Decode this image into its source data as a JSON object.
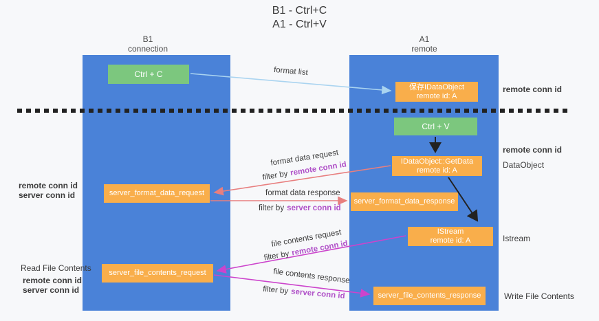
{
  "title": {
    "line1": "B1 - Ctrl+C",
    "line2": "A1 - Ctrl+V"
  },
  "lifelines": {
    "left": {
      "name": "B1",
      "role": "connection"
    },
    "right": {
      "name": "A1",
      "role": "remote"
    }
  },
  "nodes": {
    "ctrl_c": {
      "label": "Ctrl + C"
    },
    "ctrl_v": {
      "label": "Ctrl + V"
    },
    "save_dataobject": {
      "line1": "保存IDataObject",
      "line2": "remote id: A"
    },
    "getdata": {
      "line1": "IDataObject::GetData",
      "line2": "remote id: A"
    },
    "istream": {
      "line1": "IStream",
      "line2": "remote id: A"
    },
    "server_format_data_request": {
      "label": "server_format_data_request"
    },
    "server_format_data_response": {
      "label": "server_format_data_response"
    },
    "server_file_contents_request": {
      "label": "server_file_contents_request"
    },
    "server_file_contents_response": {
      "label": "server_file_contents_response"
    }
  },
  "arrows": {
    "format_list": {
      "label": "format list"
    },
    "format_data_request": {
      "label": "format data request",
      "filter_prefix": "filter by",
      "filter_key": "remote conn id"
    },
    "format_data_response": {
      "label": "format data response",
      "filter_prefix": "filter by",
      "filter_key": "server conn id"
    },
    "file_contents_request": {
      "label": "file contents request",
      "filter_prefix": "filter by",
      "filter_key": "remote conn id"
    },
    "file_contents_response": {
      "label": "file contents response",
      "filter_prefix": "filter by",
      "filter_key": "server conn id"
    }
  },
  "annotations": {
    "right_top_remote_conn_id": "remote conn id",
    "right_mid_remote_conn_id": "remote conn id",
    "right_dataobject": "DataObject",
    "right_istream": "Istream",
    "right_write_file_contents": "Write File Contents",
    "left_mid_remote_conn_id": "remote conn id",
    "left_mid_server_conn_id": "server conn id",
    "left_read_file_contents": "Read File Contents",
    "left_bottom_remote_conn_id": "remote conn id",
    "left_bottom_server_conn_id": "server conn id"
  },
  "colors": {
    "lifeline_blue": "#4a82d8",
    "node_orange": "#f9ae4b",
    "node_green": "#7cc77e",
    "arrow_red": "#e87f7f",
    "arrow_magenta": "#cc44cc",
    "arrow_lightblue": "#aad4f0",
    "arrow_black": "#222222",
    "text_purple": "#b052c8",
    "text_green": "#4caf50"
  }
}
